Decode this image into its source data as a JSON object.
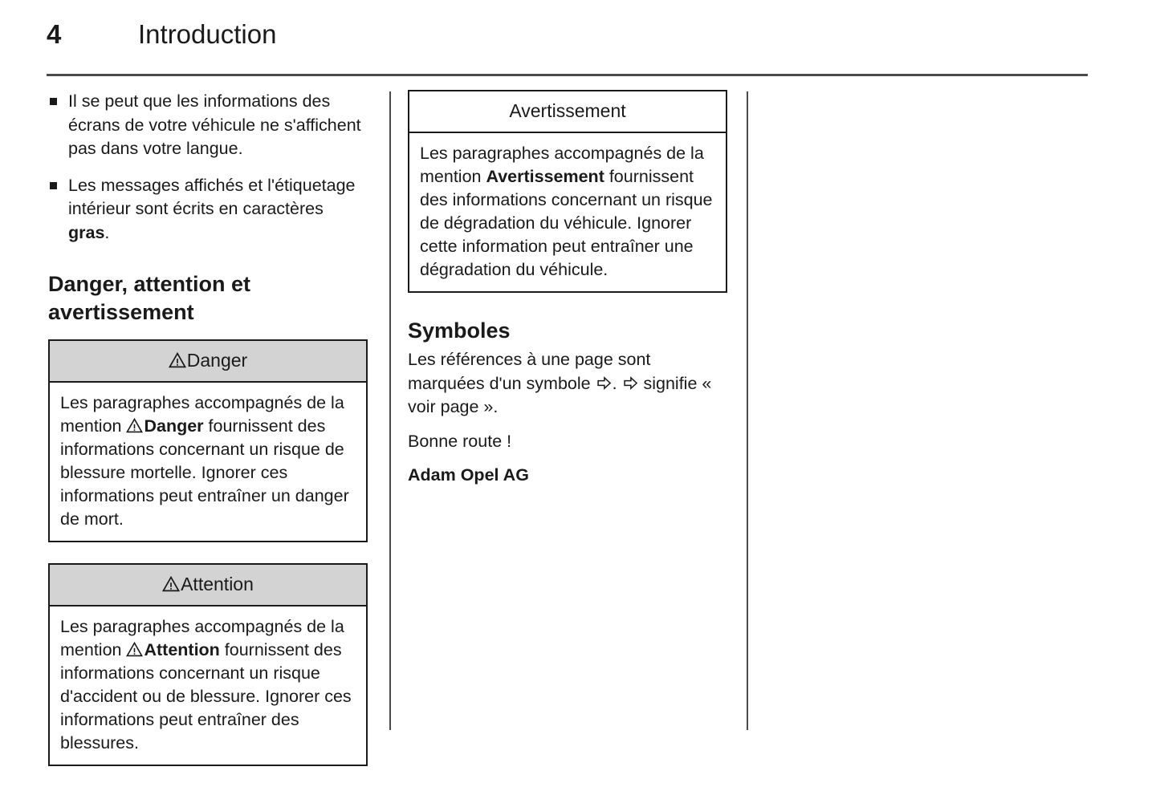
{
  "header": {
    "page_number": "4",
    "title": "Introduction"
  },
  "left_column": {
    "bullets": [
      {
        "text_before": "Il se peut que les informations des écrans de votre véhicule ne s'affichent pas dans votre langue.",
        "bold": "",
        "text_after": ""
      },
      {
        "text_before": "Les messages affichés et l'étiquetage intérieur sont écrits en caractères ",
        "bold": "gras",
        "text_after": "."
      }
    ],
    "section_heading": "Danger, attention et avertissement",
    "danger_box": {
      "icon": "warning-triangle-icon",
      "header_label": "Danger",
      "header_bg": "#d3d3d3",
      "body_before": "Les paragraphes accompagnés de la mention ",
      "body_bold": "Danger",
      "body_after": " fournissent des informations concernant un risque de blessure mortelle. Ignorer ces informations peut entraîner un danger de mort."
    },
    "attention_box": {
      "icon": "warning-triangle-icon",
      "header_label": "Attention",
      "header_bg": "#d3d3d3",
      "body_before": "Les paragraphes accompagnés de la mention ",
      "body_bold": "Attention",
      "body_after": " fournissent des informations concernant un risque d'accident ou de blessure. Ignorer ces informations peut entraîner des blessures."
    }
  },
  "middle_column": {
    "avertissement_box": {
      "header_label": "Avertissement",
      "header_bg": "#ffffff",
      "body_before": "Les paragraphes accompagnés de la mention ",
      "body_bold": "Avertissement",
      "body_after": " fournissent des informations concernant un risque de dégradation du véhicule. Ignorer cette information peut entraîner une dégradation du véhicule."
    },
    "symboles_heading": "Symboles",
    "symboles_text_1": "Les références à une page sont marquées d'un symbole ",
    "symboles_text_2": ". ",
    "symboles_text_3": " signifie « voir page ».",
    "symbol_icon": "hollow-right-arrow-icon",
    "bonne_route": "Bonne route !",
    "signature": "Adam Opel AG"
  },
  "colors": {
    "text": "#1a1a1a",
    "rule": "#4a4a4a",
    "notice_header_grey": "#d3d3d3",
    "page_background": "#ffffff"
  }
}
